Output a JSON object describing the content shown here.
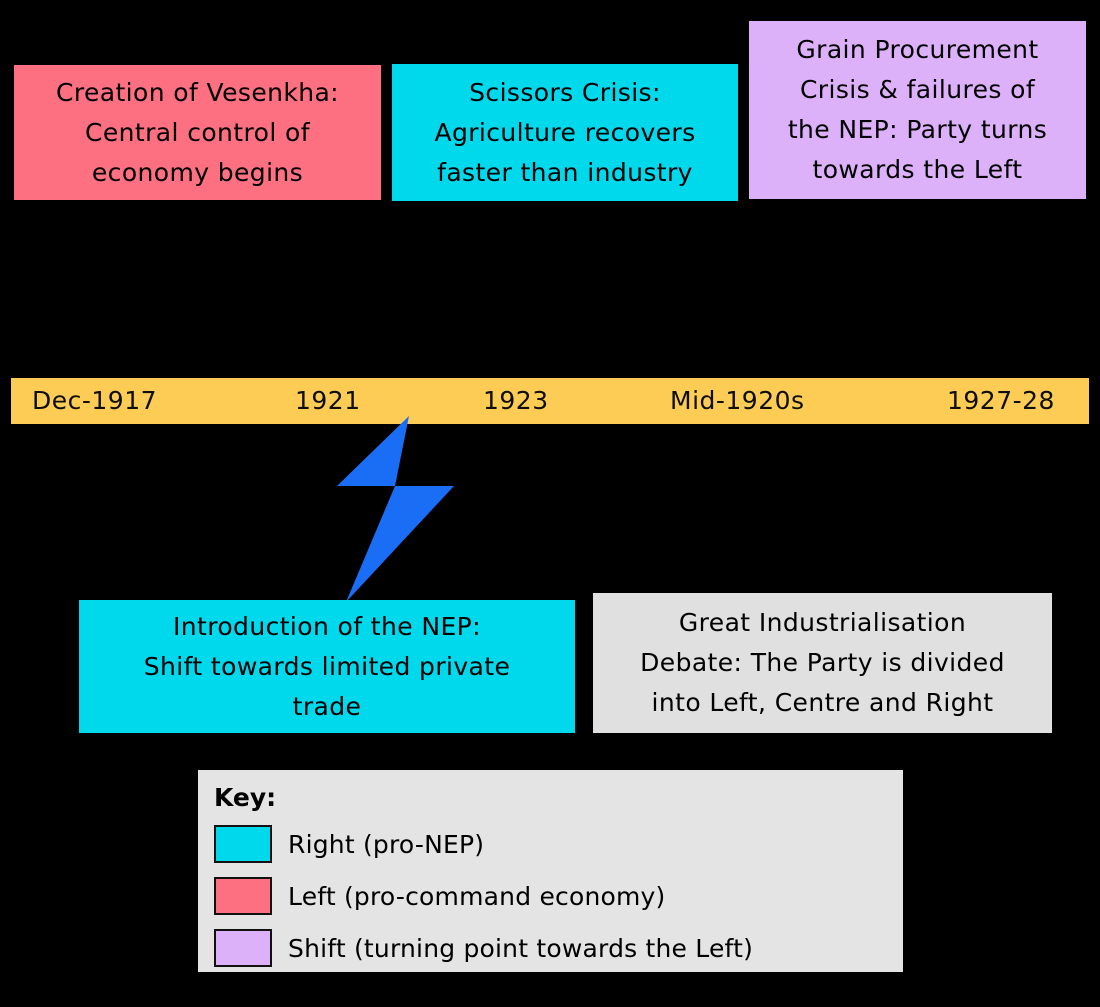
{
  "diagram": {
    "title_hidden": "",
    "background_color": "#000000"
  },
  "top_events": [
    {
      "id": "vesenkha",
      "text": "Creation of Vesenkha:\nCentral control of\neconomy begins",
      "color": "#fc7081",
      "category": "Left"
    },
    {
      "id": "scissors",
      "text": "Scissors Crisis:\nAgriculture recovers\nfaster than industry",
      "color": "#00d8ec",
      "category": "Right"
    },
    {
      "id": "grain",
      "text": "Grain Procurement\nCrisis & failures of\nthe NEP: Party turns\ntowards the Left",
      "color": "#ddb0fa",
      "category": "Shift"
    }
  ],
  "timeline": {
    "bar_color": "#fdcc55",
    "ticks": [
      {
        "label": "Dec-1917"
      },
      {
        "label": "1921"
      },
      {
        "label": "1923"
      },
      {
        "label": "Mid-1920s"
      },
      {
        "label": "1927-28"
      }
    ]
  },
  "connector": {
    "name": "lightning-bolt",
    "color": "#1a6ef5"
  },
  "bottom_events": [
    {
      "id": "nep",
      "text": "Introduction of the NEP:\nShift towards limited private\ntrade",
      "color": "#00d8ec",
      "category": "Right"
    },
    {
      "id": "debate",
      "text": "Great Industrialisation\nDebate: The Party is divided\ninto Left, Centre and Right",
      "color": "#e0e0e0",
      "category": "Neutral"
    }
  ],
  "key": {
    "title": "Key:",
    "background_color": "#e4e4e4",
    "items": [
      {
        "color": "#00d8ec",
        "label": "Right (pro-NEP)"
      },
      {
        "color": "#fc7081",
        "label": "Left (pro-command economy)"
      },
      {
        "color": "#ddb0fa",
        "label": "Shift (turning point towards the Left)"
      }
    ]
  }
}
